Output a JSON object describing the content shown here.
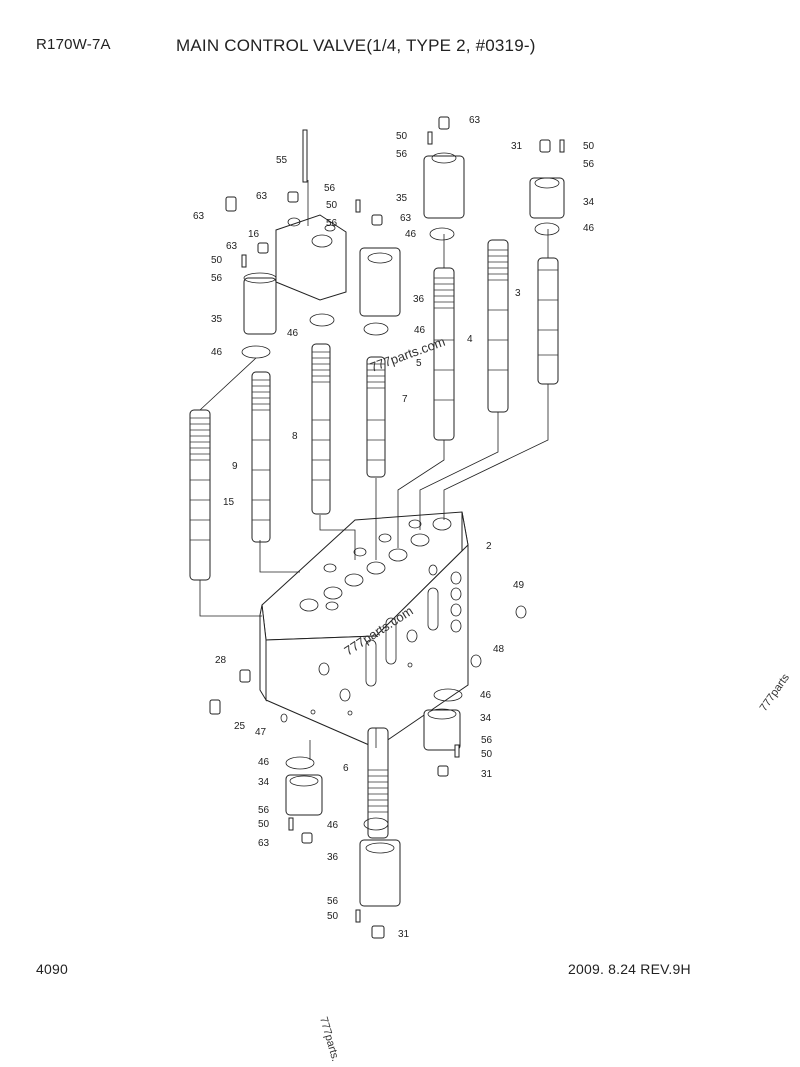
{
  "header": {
    "model": "R170W-7A",
    "title": "MAIN CONTROL VALVE(1/4, TYPE 2, #0319-)"
  },
  "footer": {
    "page_number": "4090",
    "date_revision": "2009. 8.24  REV.9H"
  },
  "callouts": [
    {
      "id": "c1",
      "text": "63"
    },
    {
      "id": "c2",
      "text": "50"
    },
    {
      "id": "c3",
      "text": "56"
    },
    {
      "id": "c4",
      "text": "55"
    },
    {
      "id": "c5",
      "text": "56"
    },
    {
      "id": "c6",
      "text": "63"
    },
    {
      "id": "c7",
      "text": "50"
    },
    {
      "id": "c8",
      "text": "56"
    },
    {
      "id": "c9",
      "text": "63"
    },
    {
      "id": "c10",
      "text": "35"
    },
    {
      "id": "c11",
      "text": "46"
    },
    {
      "id": "c12",
      "text": "31"
    },
    {
      "id": "c13",
      "text": "50"
    },
    {
      "id": "c14",
      "text": "56"
    },
    {
      "id": "c15",
      "text": "34"
    },
    {
      "id": "c16",
      "text": "46"
    },
    {
      "id": "c17",
      "text": "63"
    },
    {
      "id": "c18",
      "text": "16"
    },
    {
      "id": "c19",
      "text": "63"
    },
    {
      "id": "c20",
      "text": "50"
    },
    {
      "id": "c21",
      "text": "56"
    },
    {
      "id": "c22",
      "text": "36"
    },
    {
      "id": "c23",
      "text": "35"
    },
    {
      "id": "c24",
      "text": "46"
    },
    {
      "id": "c25",
      "text": "46"
    },
    {
      "id": "c26",
      "text": "46"
    },
    {
      "id": "c27",
      "text": "3"
    },
    {
      "id": "c28",
      "text": "4"
    },
    {
      "id": "c29",
      "text": "5"
    },
    {
      "id": "c30",
      "text": "7"
    },
    {
      "id": "c31",
      "text": "8"
    },
    {
      "id": "c32",
      "text": "9"
    },
    {
      "id": "c33",
      "text": "15"
    },
    {
      "id": "c34",
      "text": "2"
    },
    {
      "id": "c35",
      "text": "49"
    },
    {
      "id": "c36",
      "text": "48"
    },
    {
      "id": "c37",
      "text": "28"
    },
    {
      "id": "c38",
      "text": "46"
    },
    {
      "id": "c39",
      "text": "34"
    },
    {
      "id": "c40",
      "text": "25"
    },
    {
      "id": "c41",
      "text": "47"
    },
    {
      "id": "c42",
      "text": "56"
    },
    {
      "id": "c43",
      "text": "50"
    },
    {
      "id": "c44",
      "text": "31"
    },
    {
      "id": "c45",
      "text": "46"
    },
    {
      "id": "c46",
      "text": "6"
    },
    {
      "id": "c47",
      "text": "34"
    },
    {
      "id": "c48",
      "text": "56"
    },
    {
      "id": "c49",
      "text": "50"
    },
    {
      "id": "c50",
      "text": "46"
    },
    {
      "id": "c51",
      "text": "63"
    },
    {
      "id": "c52",
      "text": "36"
    },
    {
      "id": "c53",
      "text": "56"
    },
    {
      "id": "c54",
      "text": "50"
    },
    {
      "id": "c55",
      "text": "31"
    }
  ],
  "watermarks": [
    {
      "id": "w1",
      "text": "777parts.com"
    },
    {
      "id": "w2",
      "text": "777parts.com"
    },
    {
      "id": "w3",
      "text": "777parts"
    },
    {
      "id": "w4",
      "text": "777parts."
    }
  ]
}
